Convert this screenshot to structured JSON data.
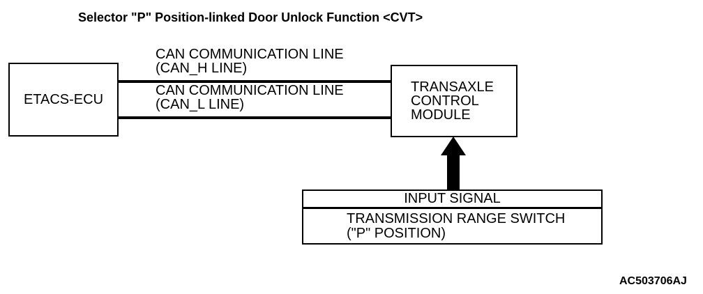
{
  "title": "Selector \"P\" Position-linked Door Unlock Function <CVT>",
  "reference_code": "AC503706AJ",
  "boxes": {
    "etacs": {
      "label": "ETACS-ECU"
    },
    "transaxle": {
      "line1": "TRANSAXLE",
      "line2": "CONTROL",
      "line3": "MODULE"
    },
    "input_signal": {
      "header": "INPUT SIGNAL",
      "line1": "TRANSMISSION RANGE SWITCH",
      "line2": "(\"P\" POSITION)"
    }
  },
  "connections": {
    "can_h": {
      "line1": "CAN COMMUNICATION LINE",
      "line2": "(CAN_H LINE)"
    },
    "can_l": {
      "line1": "CAN COMMUNICATION LINE",
      "line2": "(CAN_L LINE)"
    },
    "input_arrow": {
      "direction": "up",
      "from": "TRANSMISSION RANGE SWITCH",
      "to": "TRANSAXLE CONTROL MODULE"
    }
  },
  "colors": {
    "ink": "#000000",
    "background": "#ffffff"
  }
}
